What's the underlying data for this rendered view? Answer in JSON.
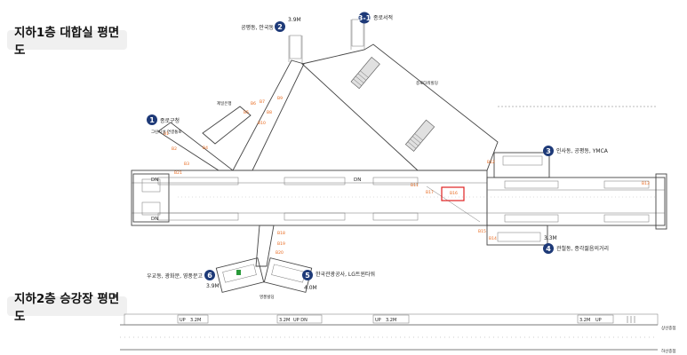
{
  "titles": {
    "b1": "지하1층 대합실 평면도",
    "b2": "지하2층 승강장 평면도"
  },
  "colors": {
    "exit_badge": "#1e3a78",
    "code": "#e8671a",
    "highlight": "#e02020",
    "title_bg": "#f0f0f0"
  },
  "exits": [
    {
      "num": "1",
      "label": "종로구청"
    },
    {
      "num": "2",
      "label": "공평동, 안국동"
    },
    {
      "num": "3-1",
      "label": "종로서적"
    },
    {
      "num": "3",
      "label": "인사동, 공평동, YMCA"
    },
    {
      "num": "4",
      "label": "관철동, 종각젊음의거리"
    },
    {
      "num": "5",
      "label": "한국관광공사, LG트윈타워"
    },
    {
      "num": "6",
      "label": "우교동, 광화문, 영풍문고"
    }
  ],
  "heights": {
    "exit2": "3.9M",
    "exit4": "3.3M",
    "exit6": "3.9M",
    "exit5": "4.0M"
  },
  "annotations": {
    "yeonbyeong": "그린시설 연결통로",
    "jeil": "제일은행",
    "jongno_tower": "종로타워빌딩",
    "youngpoong": "영풍빌딩"
  },
  "facility_codes": {
    "b1": "B1",
    "b2": "B2",
    "b3": "B3",
    "b4": "B4",
    "b5": "B5",
    "b6": "B6",
    "b7": "B7",
    "b8": "B8",
    "b9": "B9",
    "b10": "B10",
    "b11": "B11",
    "b12": "B12",
    "b13": "B13",
    "b14": "B14",
    "b15": "B15",
    "b16": "B16",
    "b17": "B17",
    "b18": "B18",
    "b19": "B19",
    "b20": "B20",
    "b21": "B21"
  },
  "dn_label": "DN",
  "platform": {
    "up_label": "UP",
    "stair_height": "3.2M",
    "up_down": "UP DN",
    "dir_top": "상선종점",
    "dir_bottom": "하선종점"
  }
}
